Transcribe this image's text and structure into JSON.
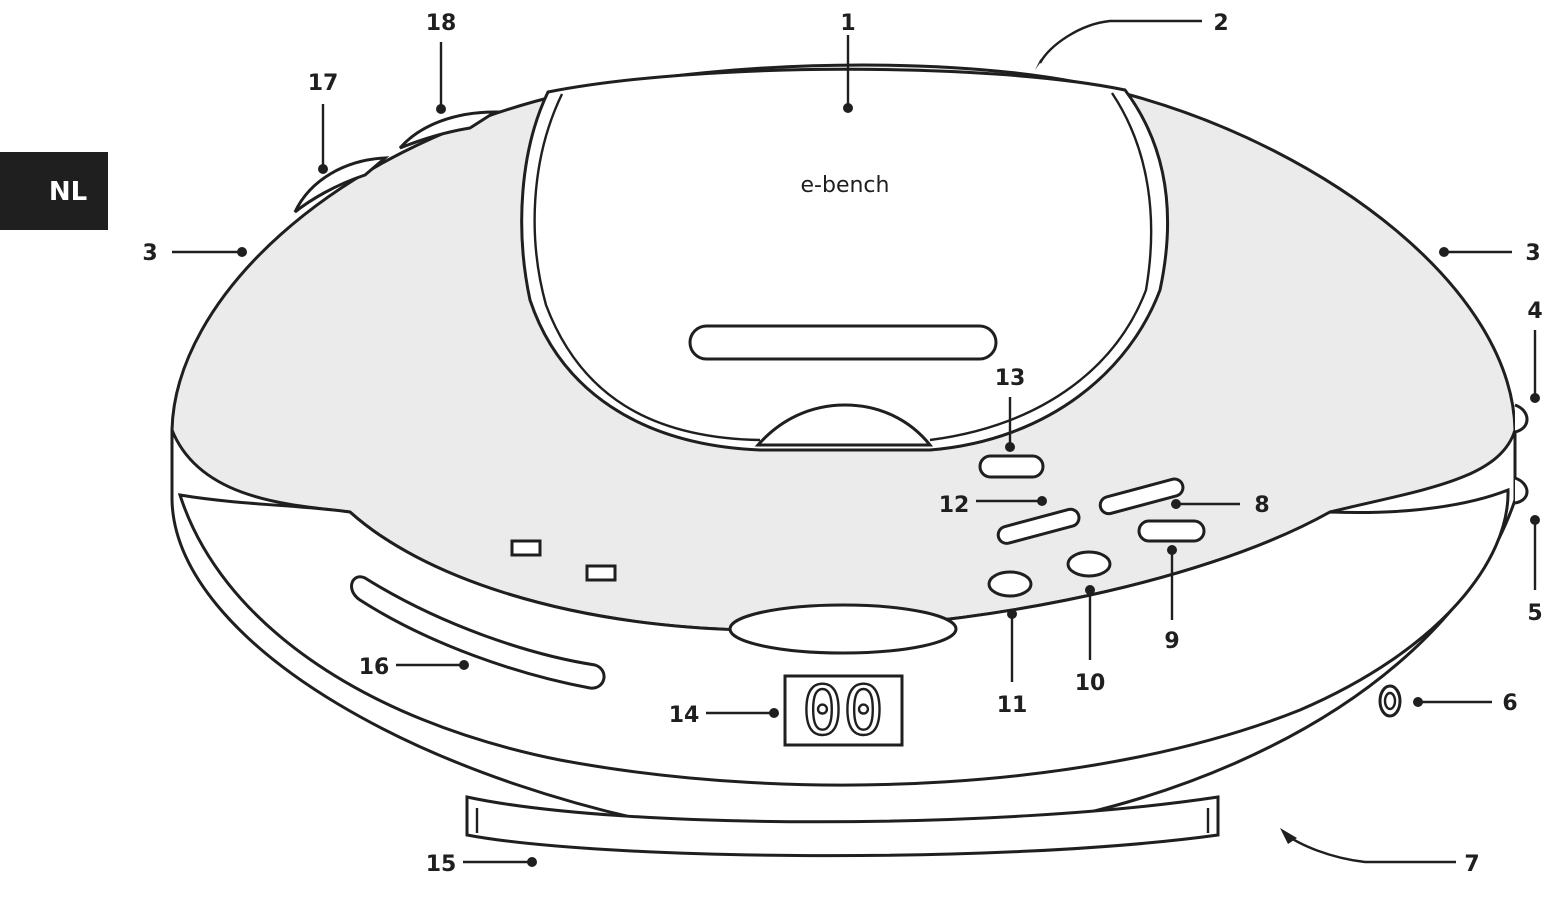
{
  "language_tab": {
    "label": "NL",
    "bg_color": "#1f1f1f"
  },
  "brand": {
    "logo_text": "e-bench"
  },
  "display": {
    "readout": "00"
  },
  "callouts": {
    "c1": "1",
    "c2": "2",
    "c3_left": "3",
    "c3_right": "3",
    "c4": "4",
    "c5": "5",
    "c6": "6",
    "c7": "7",
    "c8": "8",
    "c9": "9",
    "c10": "10",
    "c11": "11",
    "c12": "12",
    "c13": "13",
    "c14": "14",
    "c15": "15",
    "c16": "16",
    "c17": "17",
    "c18": "18"
  },
  "colors": {
    "line": "#1f1f1f",
    "panel_grey": "#ebebeb",
    "background": "#ffffff"
  }
}
